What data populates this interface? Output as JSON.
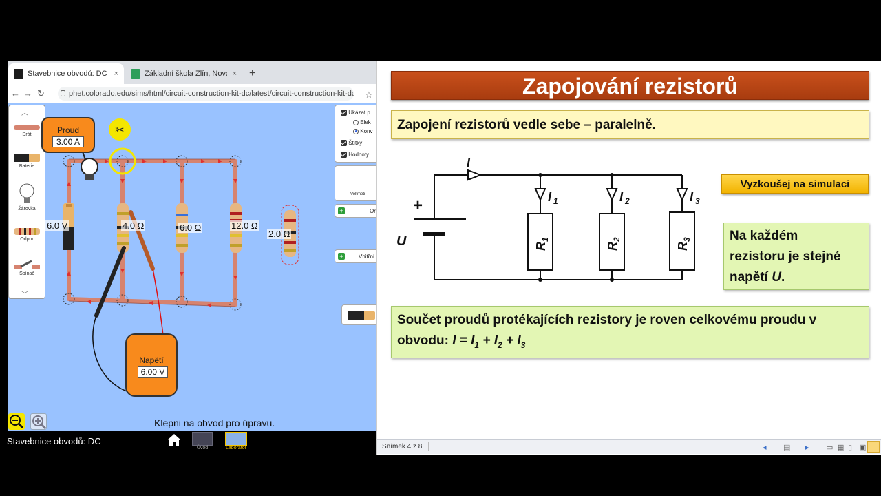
{
  "browser": {
    "tabs": [
      {
        "title": "Stavebnice obvodů: DC",
        "close": "×"
      },
      {
        "title": "Základní škola Zlín, Nová cesta 2...",
        "close": "×"
      }
    ],
    "new_tab": "+",
    "url": "phet.colorado.edu/sims/html/circuit-construction-kit-dc/latest/circuit-construction-kit-dc_c..."
  },
  "sim": {
    "toolbox": [
      {
        "label": "Drát",
        "icon": "wire-icon"
      },
      {
        "label": "Baterie",
        "icon": "battery-icon"
      },
      {
        "label": "Žárovka",
        "icon": "bulb-icon"
      },
      {
        "label": "Odpor",
        "icon": "resistor-icon"
      },
      {
        "label": "Spínač",
        "icon": "switch-icon"
      }
    ],
    "options": {
      "show_label": "Ukázat p",
      "radio_electrons": "Elek",
      "radio_conventional": "Konv",
      "labels": "Štítky",
      "values": "Hodnoty"
    },
    "voltmeter_label": "Voltmetr",
    "ammeter_tool_label": "Or",
    "internal_label": "Vnitřní",
    "ammeter": {
      "label": "Proud",
      "value": "3.00 A"
    },
    "voltmeter": {
      "label": "Napětí",
      "value": "6.00 V"
    },
    "labels": {
      "battery": "6.0 V",
      "r1": "4.0 Ω",
      "r2": "6.0 Ω",
      "r3": "12.0 Ω",
      "r_loose": "2.0 Ω"
    },
    "status": "Klepni na obvod pro úpravu.",
    "footer_title": "Stavebnice obvodů: DC",
    "screens": [
      {
        "label": "Úvod"
      },
      {
        "label": "Laboratoř"
      }
    ]
  },
  "slide": {
    "title": "Zapojování rezistorů",
    "subtitle": "Zapojení rezistorů vedle sebe – paralelně.",
    "diagram": {
      "current": "I",
      "plus": "+",
      "voltage": "U",
      "branches": [
        {
          "current": "I",
          "sub": "1",
          "resistor": "R",
          "rsub": "1"
        },
        {
          "current": "I",
          "sub": "2",
          "resistor": "R",
          "rsub": "2"
        },
        {
          "current": "I",
          "sub": "3",
          "resistor": "R",
          "rsub": "3"
        }
      ]
    },
    "sim_button": "Vyzkoušej na simulaci",
    "note_lines": [
      "Na každém",
      "rezistoru je stejné",
      "napětí "
    ],
    "note_var": "U",
    "note_end": ".",
    "sum_text": "Součet proudů protékajících rezistory je roven celkovému proudu v obvodu: ",
    "formula": {
      "I": "I",
      "eq": " = ",
      "plus": " + ",
      "subs": [
        "1",
        "2",
        "3"
      ]
    },
    "status_bar": "Snímek 4 z 8"
  }
}
